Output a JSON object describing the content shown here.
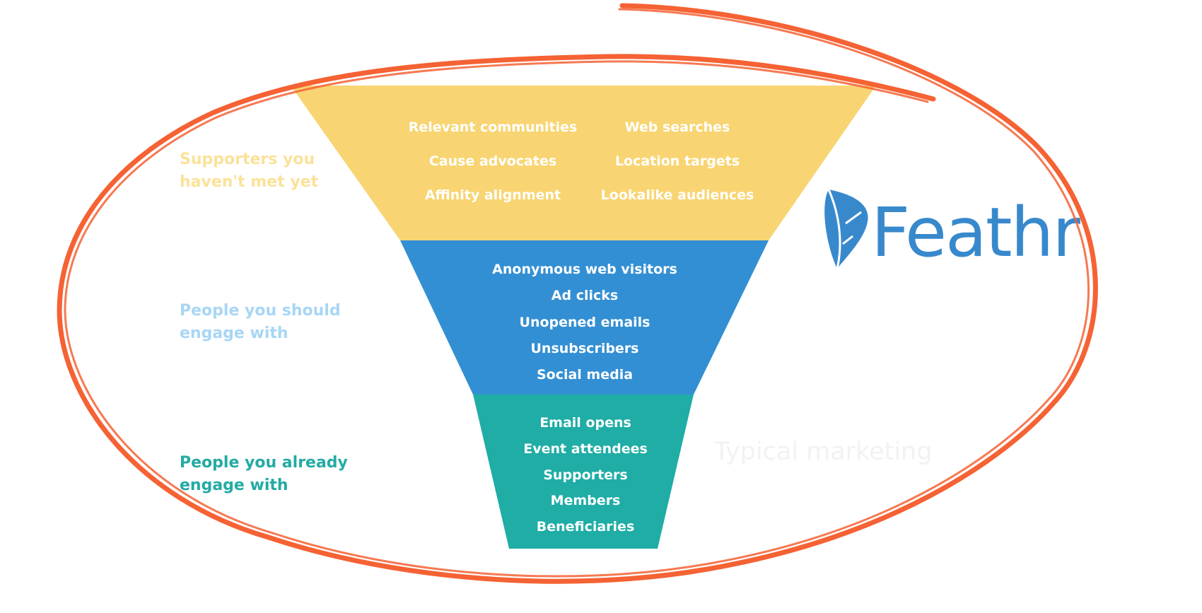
{
  "colors": {
    "top": "#f8d572",
    "middle": "#338fd3",
    "bottom": "#1fada6",
    "top_label": "#fbe29a",
    "middle_label": "#a8d6f5",
    "bottom_label": "#23aba4",
    "ring": "#f56234",
    "brand": "#3889cc"
  },
  "tiers": {
    "top": {
      "label_lines": [
        "Supporters you",
        "haven't met yet"
      ],
      "left_items": [
        "Relevant communities",
        "Cause advocates",
        "Affinity alignment"
      ],
      "right_items": [
        "Web searches",
        "Location targets",
        "Lookalike audiences"
      ]
    },
    "middle": {
      "label_lines": [
        "People you should",
        "engage with"
      ],
      "items": [
        "Anonymous web visitors",
        "Ad clicks",
        "Unopened emails",
        "Unsubscribers",
        "Social media"
      ]
    },
    "bottom": {
      "label_lines": [
        "People you already",
        "engage with"
      ],
      "items": [
        "Email opens",
        "Event attendees",
        "Supporters",
        "Members",
        "Beneficiaries"
      ]
    }
  },
  "brand": {
    "name": "Feathr",
    "icon": "feather-icon"
  },
  "annotation": "Typical marketing"
}
